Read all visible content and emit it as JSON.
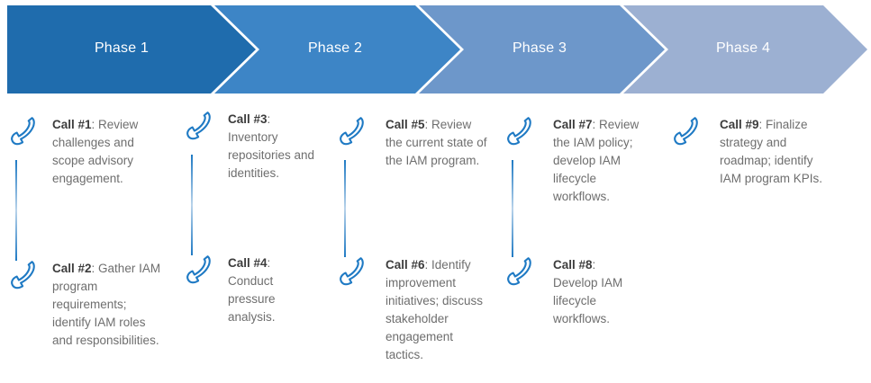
{
  "banner": {
    "phases": [
      {
        "label": "Phase 1",
        "color": "#1f6cad"
      },
      {
        "label": "Phase 2",
        "color": "#3d85c6"
      },
      {
        "label": "Phase 3",
        "color": "#6d97ca"
      },
      {
        "label": "Phase 4",
        "color": "#9cb0d2"
      }
    ]
  },
  "accent_color": "#1f7ac4",
  "icon_name": "phone-call-icon",
  "calls": [
    {
      "id": "call-1",
      "number": "Call #1",
      "separator": ": ",
      "text": "Review challenges and scope advisory engagement.",
      "column": 1
    },
    {
      "id": "call-2",
      "number": "Call #2",
      "separator": ": ",
      "text": "Gather IAM program requirements; identify IAM roles and responsibilities.",
      "column": 1
    },
    {
      "id": "call-3",
      "number": "Call #3",
      "separator": ": ",
      "text": "Inventory repositories and identities.",
      "column": 2
    },
    {
      "id": "call-4",
      "number": "Call #4",
      "separator": ": ",
      "text": "Conduct pressure analysis.",
      "column": 2
    },
    {
      "id": "call-5",
      "number": "Call #5",
      "separator": ": ",
      "text": "Review the current state of the IAM program.",
      "column": 3
    },
    {
      "id": "call-6",
      "number": "Call #6",
      "separator": ": ",
      "text": "Identify improvement initiatives; discuss stakeholder engagement tactics.",
      "column": 3
    },
    {
      "id": "call-7",
      "number": "Call #7",
      "separator": ": ",
      "text": "Review the IAM policy; develop IAM lifecycle workflows.",
      "column": 4
    },
    {
      "id": "call-8",
      "number": "Call #8",
      "separator": ": ",
      "text": "Develop IAM lifecycle workflows.",
      "column": 4
    },
    {
      "id": "call-9",
      "number": "Call #9",
      "separator": ": ",
      "text": "Finalize strategy and roadmap; identify IAM program KPIs.",
      "column": 5
    }
  ]
}
